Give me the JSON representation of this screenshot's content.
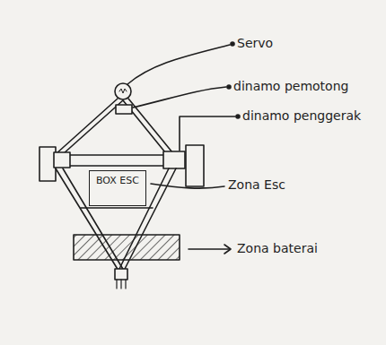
{
  "diagram": {
    "nodes": [
      {
        "text": [
          "BOX ESC"
        ]
      }
    ],
    "labels": [
      "Servo",
      "dinamo pemotong",
      "dinamo penggerak",
      "Zona Esc",
      "Zona baterai"
    ]
  }
}
